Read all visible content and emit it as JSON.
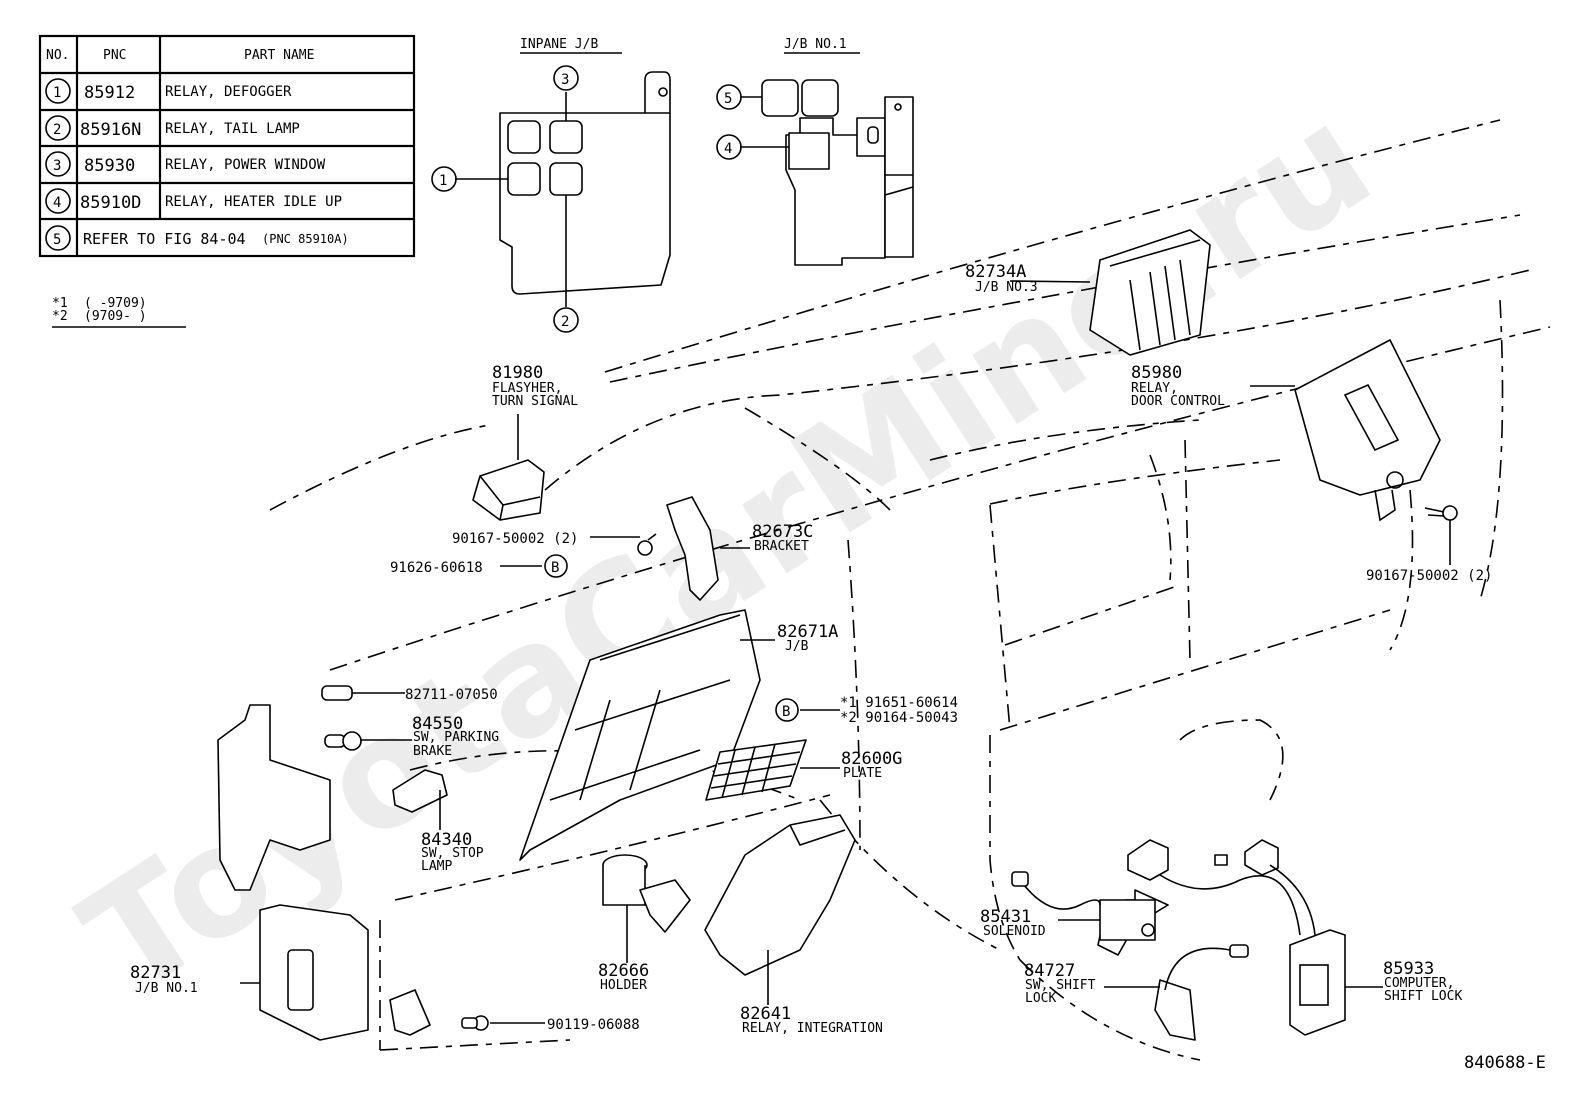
{
  "watermark": "ToyotaCarMine.ru",
  "figure_id": "840688-E",
  "legend_table": {
    "headers": {
      "no": "NO.",
      "pnc": "PNC",
      "part_name": "PART NAME"
    },
    "rows": [
      {
        "no": "1",
        "pnc": "85912",
        "part_name": "RELAY, DEFOGGER"
      },
      {
        "no": "2",
        "pnc": "85916N",
        "part_name": "RELAY, TAIL LAMP"
      },
      {
        "no": "3",
        "pnc": "85930",
        "part_name": "RELAY, POWER WINDOW"
      },
      {
        "no": "4",
        "pnc": "85910D",
        "part_name": "RELAY, HEATER IDLE UP"
      },
      {
        "no": "5",
        "refer_text": "REFER TO FIG 84-04",
        "refer_pnc": "(PNC 85910A)"
      }
    ]
  },
  "footnotes": [
    {
      "mark": "*1",
      "range": "(       -9709)"
    },
    {
      "mark": "*2",
      "range": "(9709-       )"
    }
  ],
  "insets": {
    "inpane_jb": {
      "title": "INPANE J/B",
      "callouts": [
        "1",
        "2",
        "3"
      ]
    },
    "jb_no1": {
      "title": "J/B NO.1",
      "callouts": [
        "4",
        "5"
      ]
    }
  },
  "callout_b": "B",
  "parts": [
    {
      "id": "p82734A",
      "pnc": "82734A",
      "name": "J/B NO.3"
    },
    {
      "id": "p85980",
      "pnc": "85980",
      "name": "RELAY,",
      "name2": "DOOR CONTROL"
    },
    {
      "id": "p81980",
      "pnc": "81980",
      "name": "FLASYHER,",
      "name2": "TURN SIGNAL"
    },
    {
      "id": "p90167a",
      "pnc": "90167-50002 (2)"
    },
    {
      "id": "p91626",
      "pnc": "91626-60618"
    },
    {
      "id": "p82673C",
      "pnc": "82673C",
      "name": "BRACKET"
    },
    {
      "id": "p90167b",
      "pnc": "90167-50002 (2)"
    },
    {
      "id": "p82671A",
      "pnc": "82671A",
      "name": "J/B"
    },
    {
      "id": "p82711",
      "pnc": "82711-07050"
    },
    {
      "id": "p84550",
      "pnc": "84550",
      "name": "SW, PARKING",
      "name2": "BRAKE"
    },
    {
      "id": "pB",
      "pnc1": "*1  91651-60614",
      "pnc2": "*2  90164-50043"
    },
    {
      "id": "p82600G",
      "pnc": "82600G",
      "name": "PLATE"
    },
    {
      "id": "p84340",
      "pnc": "84340",
      "name": "SW, STOP",
      "name2": "LAMP"
    },
    {
      "id": "p82731",
      "pnc": "82731",
      "name": "J/B NO.1"
    },
    {
      "id": "p82666",
      "pnc": "82666",
      "name": "HOLDER"
    },
    {
      "id": "p82641",
      "pnc": "82641",
      "name": "RELAY, INTEGRATION"
    },
    {
      "id": "p90119",
      "pnc": "90119-06088"
    },
    {
      "id": "p85431",
      "pnc": "85431",
      "name": "SOLENOID"
    },
    {
      "id": "p84727",
      "pnc": "84727",
      "name": "SW, SHIFT",
      "name2": "LOCK"
    },
    {
      "id": "p85933",
      "pnc": "85933",
      "name": "COMPUTER,",
      "name2": "SHIFT LOCK"
    }
  ]
}
